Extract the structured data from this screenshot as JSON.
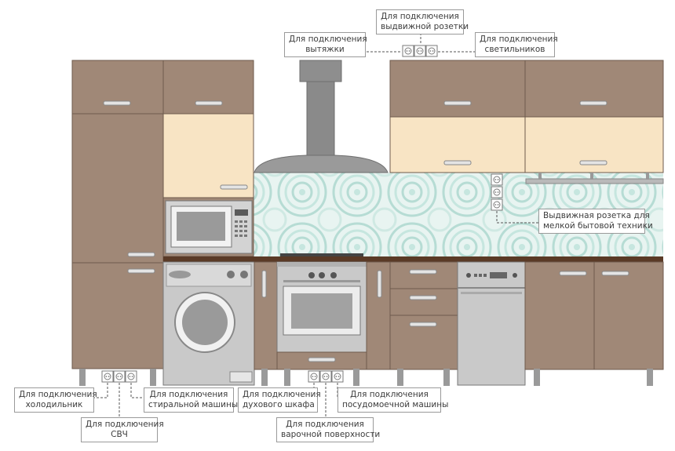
{
  "labels": {
    "hood": {
      "line1": "Для подключения",
      "line2": "вытяжки"
    },
    "pullout_top": {
      "line1": "Для подключения",
      "line2": "выдвижной розетки"
    },
    "lights": {
      "line1": "Для подключения",
      "line2": "светильников"
    },
    "pullout_small": {
      "line1": "Выдвижная розетка для",
      "line2": "мелкой бытовой техники"
    },
    "fridge": {
      "line1": "Для подключения",
      "line2": "холодильник"
    },
    "microwave": {
      "line1": "Для подключения",
      "line2": "СВЧ"
    },
    "washer": {
      "line1": "Для подключения",
      "line2": "стиральной машины"
    },
    "oven": {
      "line1": "Для подключения",
      "line2": "духового шкафа"
    },
    "hob": {
      "line1": "Для подключения",
      "line2": "варочной поверхности"
    },
    "dishwasher": {
      "line1": "Для подключения",
      "line2": "посудомоечной машины"
    }
  },
  "appliance_display": {
    "microwave_display": ""
  },
  "colors": {
    "cabinet": "#a08877",
    "cabinet_light": "#f8e4c4",
    "countertop": "#5a3a26",
    "appliance": "#c9c9c9",
    "hood": "#888888",
    "backsplash": "#bfe3dc",
    "outline": "#6e5a4c"
  }
}
